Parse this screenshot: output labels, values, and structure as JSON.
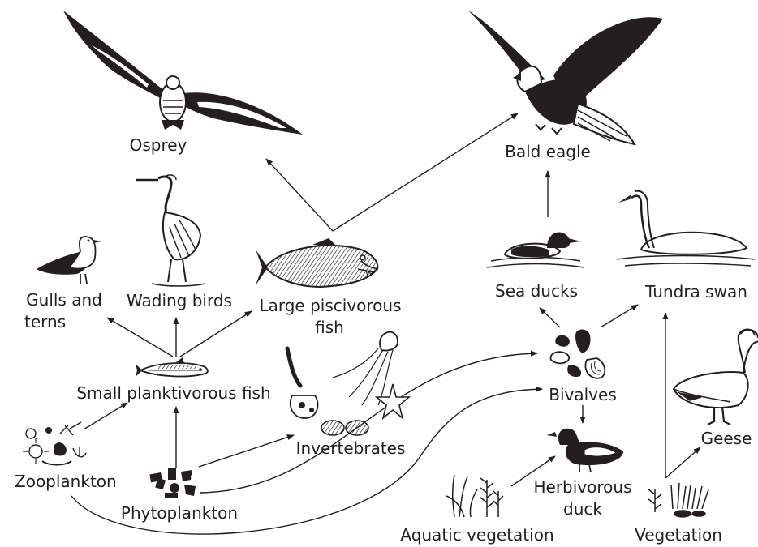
{
  "organisms": {
    "osprey": "Osprey",
    "bald_eagle": "Bald eagle",
    "gulls_terns_line1": "Gulls and",
    "gulls_terns_line2": "terns",
    "wading_birds": "Wading birds",
    "large_fish_line1": "Large piscivorous",
    "large_fish_line2": "fish",
    "sea_ducks": "Sea ducks",
    "tundra_swan": "Tundra swan",
    "small_fish": "Small planktivorous fish",
    "invertebrates": "Invertebrates",
    "bivalves": "Bivalves",
    "geese": "Geese",
    "zooplankton": "Zooplankton",
    "phytoplankton": "Phytoplankton",
    "herbivorous_duck_line1": "Herbivorous",
    "herbivorous_duck_line2": "duck",
    "aquatic_vegetation": "Aquatic vegetation",
    "vegetation": "Vegetation"
  },
  "links": [
    {
      "from": "Phytoplankton",
      "to": "Small planktivorous fish"
    },
    {
      "from": "Zooplankton",
      "to": "Small planktivorous fish"
    },
    {
      "from": "Phytoplankton",
      "to": "Invertebrates"
    },
    {
      "from": "Phytoplankton",
      "to": "Bivalves"
    },
    {
      "from": "Zooplankton",
      "to": "Bivalves"
    },
    {
      "from": "Small planktivorous fish",
      "to": "Gulls and terns"
    },
    {
      "from": "Small planktivorous fish",
      "to": "Wading birds"
    },
    {
      "from": "Small planktivorous fish",
      "to": "Large piscivorous fish"
    },
    {
      "from": "Large piscivorous fish",
      "to": "Osprey"
    },
    {
      "from": "Large piscivorous fish",
      "to": "Bald eagle"
    },
    {
      "from": "Sea ducks",
      "to": "Bald eagle"
    },
    {
      "from": "Bivalves",
      "to": "Sea ducks"
    },
    {
      "from": "Bivalves",
      "to": "Tundra swan"
    },
    {
      "from": "Bivalves",
      "to": "Herbivorous duck"
    },
    {
      "from": "Aquatic vegetation",
      "to": "Herbivorous duck"
    },
    {
      "from": "Vegetation",
      "to": "Tundra swan"
    },
    {
      "from": "Vegetation",
      "to": "Geese"
    }
  ]
}
